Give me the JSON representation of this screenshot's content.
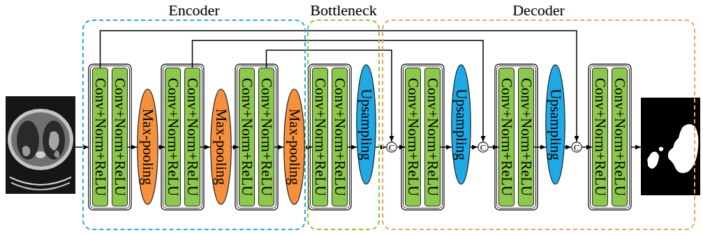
{
  "diagram": {
    "nodes": [
      {
        "text": [
          "Encoder"
        ]
      },
      {
        "text": [
          "Conv+Norm+ReLU"
        ],
        "in": 0
      },
      {
        "text": [
          "Conv+Norm+ReLU"
        ],
        "in": 0
      },
      {
        "text": [
          "Max-pooling"
        ],
        "in": 0
      },
      {
        "text": [
          "Conv+Norm+ReLU"
        ],
        "in": 0
      },
      {
        "text": [
          "Conv+Norm+ReLU"
        ],
        "in": 0
      },
      {
        "text": [
          "Max-pooling"
        ],
        "in": 0
      },
      {
        "text": [
          "Conv+Norm+ReLU"
        ],
        "in": 0
      },
      {
        "text": [
          "Conv+Norm+ReLU"
        ],
        "in": 0
      },
      {
        "text": [
          "Max-pooling"
        ],
        "in": 0
      },
      {
        "text": [
          "Bottleneck"
        ]
      },
      {
        "text": [
          "Conv+Norm+ReLU"
        ],
        "in": 10
      },
      {
        "text": [
          "Conv+Norm+ReLU"
        ],
        "in": 10
      },
      {
        "text": [
          "Upsampling"
        ],
        "in": 10
      },
      {
        "text": [
          "Decoder"
        ]
      },
      {
        "text": [
          "C"
        ],
        "in": 14
      },
      {
        "text": [
          "Conv+Norm+ReLU"
        ],
        "in": 14
      },
      {
        "text": [
          "Conv+Norm+ReLU"
        ],
        "in": 14
      },
      {
        "text": [
          "Upsampling"
        ],
        "in": 14
      },
      {
        "text": [
          "C"
        ],
        "in": 14
      },
      {
        "text": [
          "Conv+Norm+ReLU"
        ],
        "in": 14
      },
      {
        "text": [
          "Conv+Norm+ReLU"
        ],
        "in": 14
      },
      {
        "text": [
          "Upsampling"
        ],
        "in": 14
      },
      {
        "text": [
          "C"
        ],
        "in": 14
      },
      {
        "text": [
          "Conv+Norm+ReLU"
        ],
        "in": 14
      },
      {
        "text": [
          "Conv+Norm+ReLU"
        ],
        "in": 14
      }
    ],
    "edges": [
      {
        "from": 2,
        "to": 3,
        "arrow": "to"
      },
      {
        "from": 3,
        "to": 4,
        "arrow": "to"
      },
      {
        "from": 5,
        "to": 6,
        "arrow": "to"
      },
      {
        "from": 6,
        "to": 7,
        "arrow": "to"
      },
      {
        "from": 8,
        "to": 9,
        "arrow": "to"
      },
      {
        "from": 9,
        "to": 11,
        "arrow": "to"
      },
      {
        "from": 12,
        "to": 13,
        "arrow": "to"
      },
      {
        "from": 13,
        "to": 15,
        "arrow": "to"
      },
      {
        "from": 15,
        "to": 16,
        "arrow": "to"
      },
      {
        "from": 17,
        "to": 18,
        "arrow": "to"
      },
      {
        "from": 18,
        "to": 19,
        "arrow": "to"
      },
      {
        "from": 19,
        "to": 20,
        "arrow": "to"
      },
      {
        "from": 21,
        "to": 22,
        "arrow": "to"
      },
      {
        "from": 22,
        "to": 23,
        "arrow": "to"
      },
      {
        "from": 23,
        "to": 24,
        "arrow": "to"
      },
      {
        "from": 1,
        "to": 23,
        "arrow": "to"
      },
      {
        "from": 5,
        "to": 19,
        "arrow": "to"
      },
      {
        "from": 8,
        "to": 15,
        "arrow": "to"
      }
    ]
  }
}
